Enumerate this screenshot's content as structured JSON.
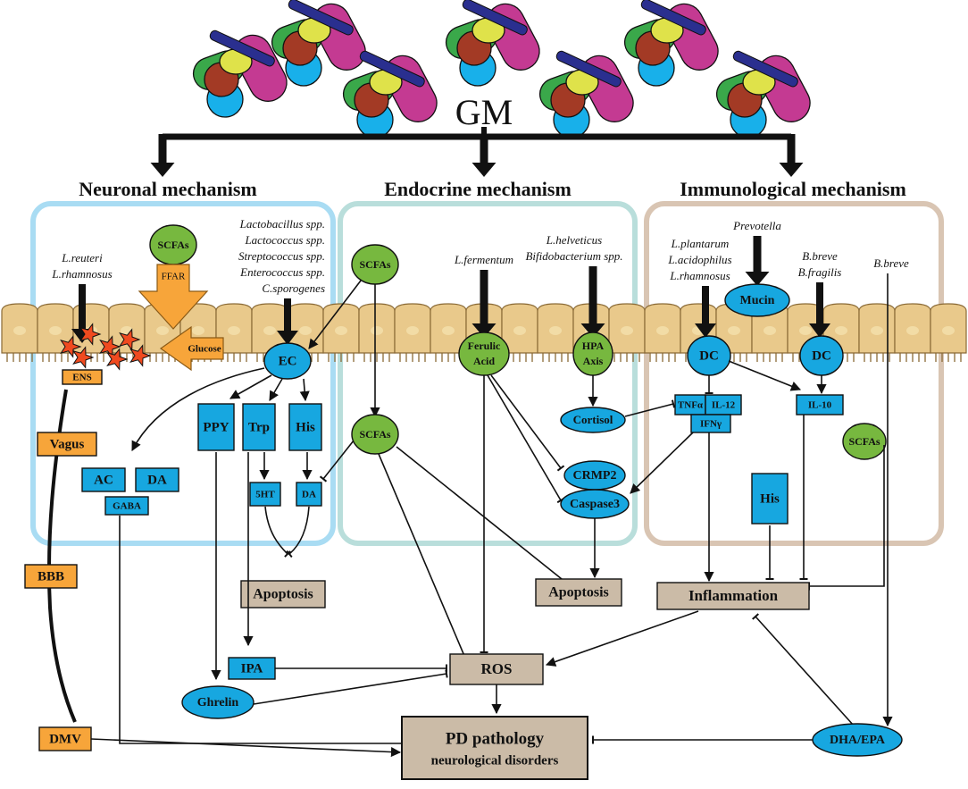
{
  "title": "GM",
  "panels": {
    "neuronal": {
      "label": "Neuronal mechanism"
    },
    "endocrine": {
      "label": "Endocrine mechanism"
    },
    "immunological": {
      "label": "Immunological mechanism"
    }
  },
  "bacteria": {
    "l_reuteri": "L.reuteri",
    "l_rhamnosus_left": "L.rhamnosus",
    "lactobacillus": "Lactobacillus spp.",
    "lactococcus": "Lactococcus spp.",
    "streptococcus": "Streptococcus spp.",
    "enterococcus": "Enterococcus spp.",
    "c_sporogenes": "C.sporogenes",
    "l_fermentum": "L.fermentum",
    "l_helveticus": "L.helveticus",
    "bifidobacterium": "Bifidobacterium spp.",
    "prevotella": "Prevotella",
    "l_plantarum": "L.plantarum",
    "l_acidophilus": "L.acidophilus",
    "l_rhamnosus_right": "L.rhamnosus",
    "b_breve": "B.breve",
    "b_fragilis": "B.fragilis",
    "b_breve_far": "B.breve"
  },
  "labels": {
    "scfas": "SCFAs",
    "ffar": "FFAR",
    "glucose": "Glucose",
    "ens": "ENS",
    "ec": "EC",
    "ppy": "PPY",
    "trp": "Trp",
    "his": "His",
    "ac": "AC",
    "da": "DA",
    "gaba": "GABA",
    "five_ht": "5HT",
    "vagus": "Vagus",
    "bbb": "BBB",
    "dmv": "DMV",
    "apoptosis": "Apoptosis",
    "ipa": "IPA",
    "ghrelin": "Ghrelin",
    "ros": "ROS",
    "ferulic_1": "Ferulic",
    "ferulic_2": "Acid",
    "hpa_1": "HPA",
    "hpa_2": "Axis",
    "cortisol": "Cortisol",
    "crmp2": "CRMP2",
    "caspase3": "Caspase3",
    "mucin": "Mucin",
    "dc": "DC",
    "tnfa": "TNFα",
    "il12": "IL-12",
    "ifng": "IFNγ",
    "il10": "IL-10",
    "inflammation": "Inflammation",
    "dha_epa": "DHA/EPA",
    "pd_1": "PD pathology",
    "pd_2": "neurological disorders"
  },
  "colors": {
    "neuronal_border": "#a9dcf3",
    "endocrine_border": "#b9dedb",
    "immuno_border": "#d9c5b3",
    "epithelium": "#e9c98b",
    "epithelium_dark": "#8a6a36",
    "blue": "#17a7e0",
    "green": "#77b83f",
    "orange": "#f7a53a",
    "tan": "#cbbba7",
    "ens_red": "#f04a1f",
    "bact_magenta": "#c43a92",
    "bact_green": "#3aa84a",
    "bact_yellow": "#dfe24a",
    "bact_brown": "#a33a25",
    "bact_cyan": "#18b0ea",
    "bact_navy": "#2a2f8f"
  },
  "icons": {
    "gut_microbe": "gut-microbe-icon",
    "epithelial_cell": "epithelial-cell-icon",
    "enteric_neuron": "enteric-neuron-icon"
  }
}
